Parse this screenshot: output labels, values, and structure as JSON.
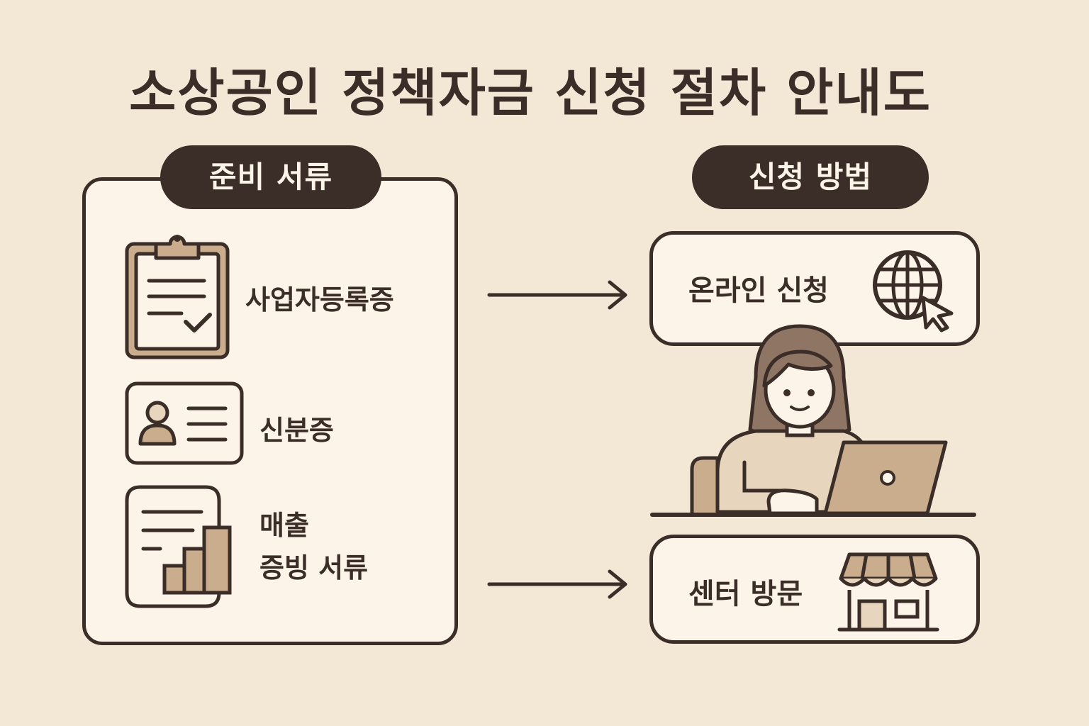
{
  "title": "소상공인 정책자금 신청 절차 안내도",
  "documents": {
    "header": "준비 서류",
    "items": [
      {
        "label": "사업자등록증",
        "icon": "clipboard-check-icon"
      },
      {
        "label": "신분증",
        "icon": "id-card-icon"
      },
      {
        "label_line1": "매출",
        "label_line2": "증빙 서류",
        "icon": "sales-document-chart-icon"
      }
    ]
  },
  "methods": {
    "header": "신청 방법",
    "online": {
      "label": "온라인 신청",
      "icon": "globe-cursor-icon"
    },
    "center": {
      "label": "센터 방문",
      "icon": "storefront-icon"
    }
  },
  "colors": {
    "background": "#f3e7d6",
    "ink": "#3b2d27",
    "panel": "#fcf4e8",
    "accent_tan": "#c9ad8d",
    "accent_light": "#e8d5bd"
  }
}
